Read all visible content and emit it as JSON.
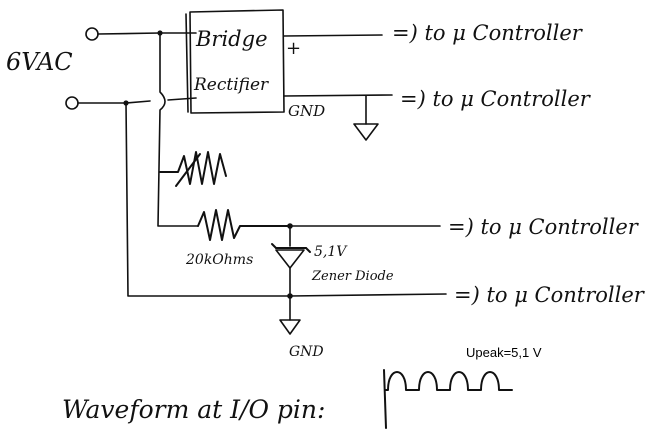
{
  "source": {
    "label": "6VAC"
  },
  "bridge": {
    "line1": "Bridge",
    "line2": "Rectifier",
    "plus": "+",
    "gnd": "GND"
  },
  "outputs": {
    "out1": "=) to μ Controller",
    "out2": "=) to μ Controller",
    "out3": "=) to μ Controller",
    "out4": "=) to μ Controller"
  },
  "resistor": {
    "value": "20kOhms"
  },
  "zener": {
    "voltage": "5,1V",
    "name": "Zener Diode"
  },
  "ground": {
    "label": "GND"
  },
  "waveform": {
    "caption": "Waveform at I/O pin:",
    "peak_label": "Upeak=5,1 V",
    "pulse_count": 4
  }
}
